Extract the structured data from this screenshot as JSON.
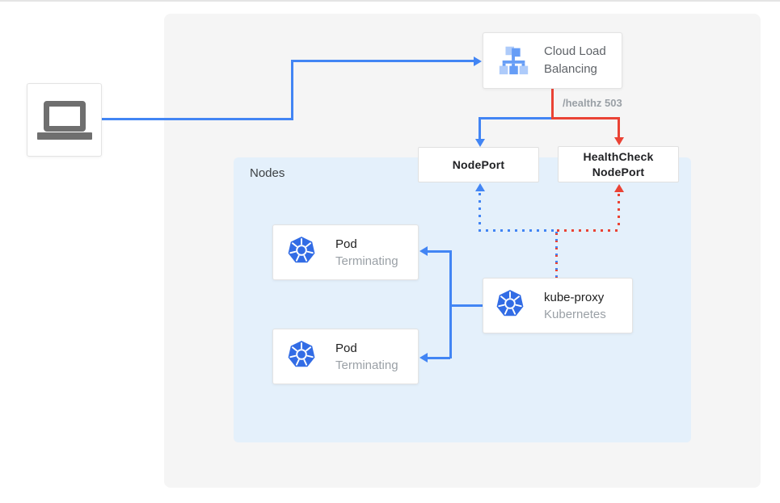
{
  "diagram": {
    "nodes_label": "Nodes",
    "healthz_label": "/healthz 503",
    "cloud_load_balancing": {
      "title": "Cloud Load Balancing"
    },
    "nodeport": {
      "label": "NodePort"
    },
    "healthcheck_nodeport": {
      "line1": "HealthCheck",
      "line2": "NodePort"
    },
    "pods": [
      {
        "title": "Pod",
        "status": "Terminating"
      },
      {
        "title": "Pod",
        "status": "Terminating"
      }
    ],
    "kube_proxy": {
      "title": "kube-proxy",
      "subtitle": "Kubernetes"
    },
    "icons": {
      "user": "laptop-icon",
      "load_balancer": "cloud-load-balancing-icon",
      "kubernetes": "kubernetes-icon"
    },
    "colors": {
      "traffic_blue": "#4285f4",
      "health_red": "#ea4335",
      "panel_bg": "#f5f5f5",
      "nodes_bg": "#e4f0fb",
      "card_border": "#e3e3e3",
      "text_primary": "#212121",
      "text_secondary": "#9aa0a6",
      "text_gray": "#5f6368",
      "laptop_gray": "#6f6f6f"
    }
  }
}
